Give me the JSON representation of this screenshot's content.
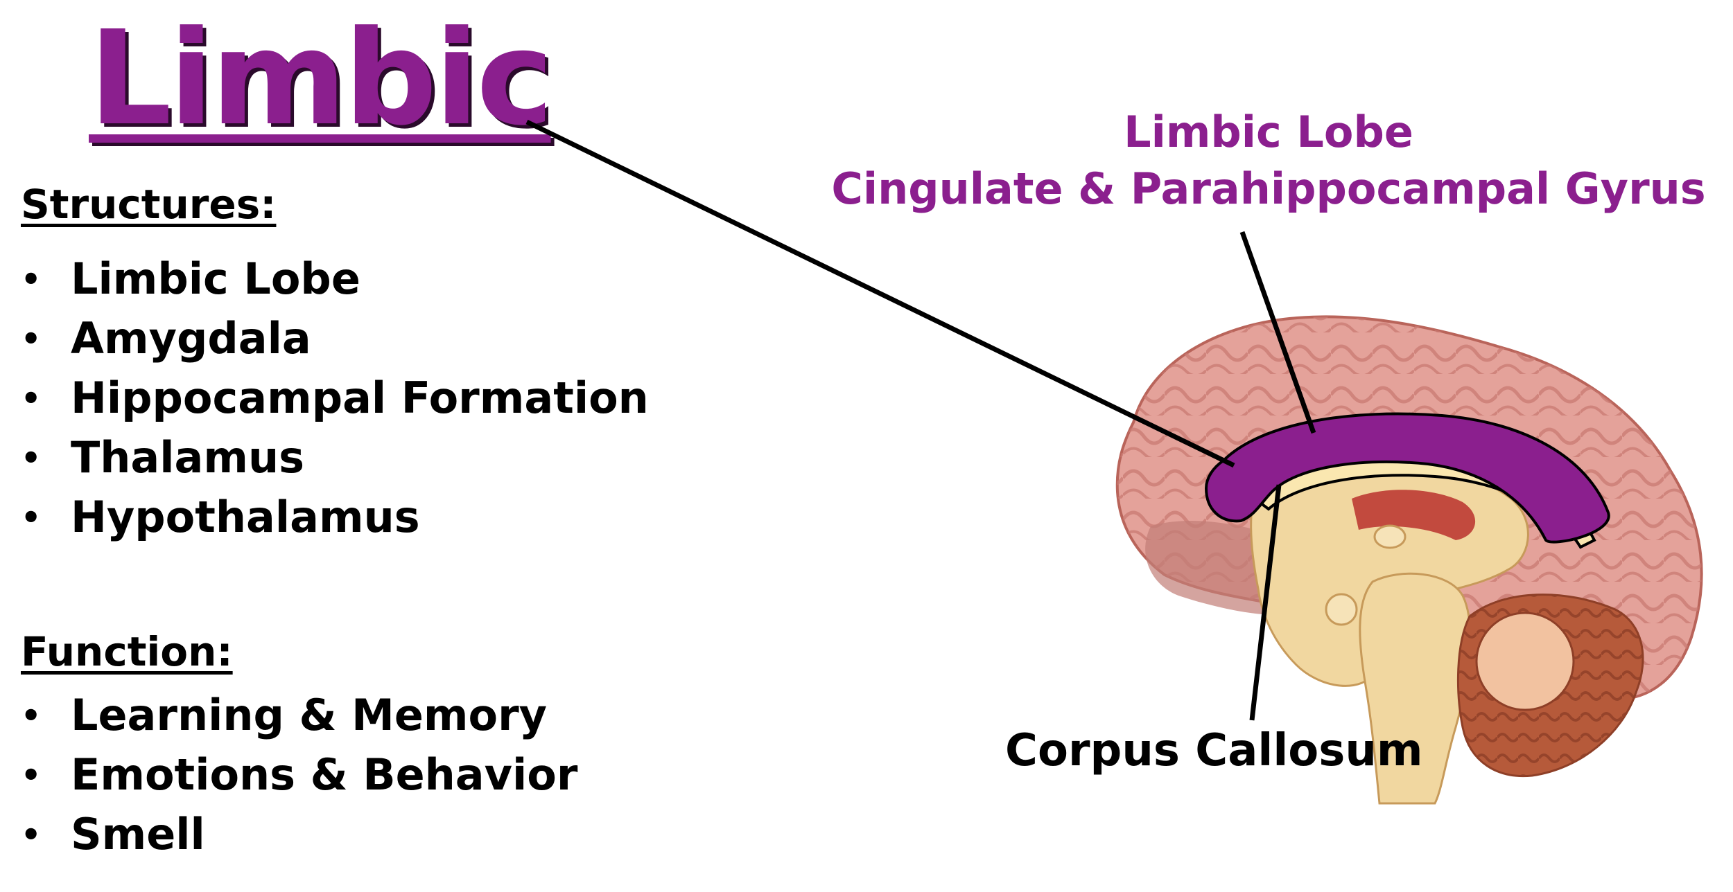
{
  "title": "Limbic",
  "structures": {
    "heading": "Structures:",
    "items": [
      "Limbic Lobe",
      "Amygdala",
      "Hippocampal Formation",
      "Thalamus",
      "Hypothalamus"
    ]
  },
  "function": {
    "heading": "Function:",
    "items": [
      "Learning & Memory",
      "Emotions & Behavior",
      "Smell"
    ]
  },
  "diagram": {
    "label_limbic_lobe_line1": "Limbic Lobe",
    "label_limbic_lobe_line2": "Cingulate & Parahippocampal Gyrus",
    "label_corpus_callosum": "Corpus Callosum"
  },
  "colors": {
    "accent_purple": "#8b1f8e",
    "brain_pink": "#e4a29a",
    "brain_tan": "#f1d7a0",
    "cerebellum": "#b65a3a"
  }
}
